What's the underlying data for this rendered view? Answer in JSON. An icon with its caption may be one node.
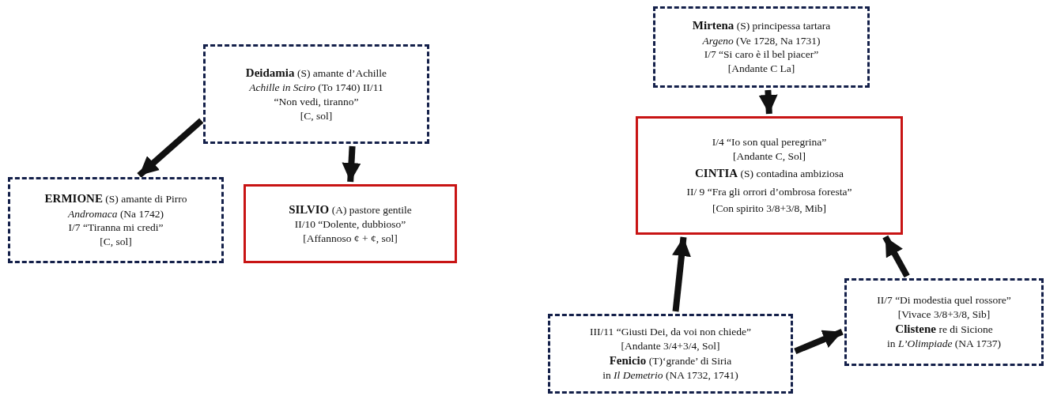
{
  "diagram": {
    "nodes": [
      {
        "text": [
          "**Deidamia** (S) amante d’Achille",
          "*Achille in Sciro* (To 1740) II/11",
          "“Non vedi, tiranno”",
          "[C, sol]"
        ]
      },
      {
        "text": [
          "**ERMIONE** (S) amante di Pirro",
          "*Andromaca* (Na 1742)",
          "I/7 “Tiranna mi credi”",
          "[C, sol]"
        ]
      },
      {
        "text": [
          "**SILVIO** (A) pastore gentile",
          "II/10 “Dolente, dubbioso”",
          "[Affannoso ¢ + ¢, sol]"
        ]
      },
      {
        "text": [
          "**Mirtena** (S) principessa tartara",
          "*Argeno* (Ve 1728, Na 1731)",
          "I/7 “Si caro è il bel piacer”",
          "[Andante C La]"
        ]
      },
      {
        "text": [
          "I/4 “Io son qual peregrina”",
          "[Andante C, Sol]",
          "**CINTIA** (S) contadina ambiziosa",
          "II/ 9 “Fra gli orrori d’ombrosa foresta”",
          "[Con spirito 3/8+3/8, Mib]"
        ]
      },
      {
        "text": [
          "III/11 “Giusti Dei, da voi non chiede”",
          "[Andante 3/4+3/4, Sol]",
          "**Fenicio** (T)‘grande’ di Siria",
          "in *Il Demetrio* (NA 1732, 1741)"
        ]
      },
      {
        "text": [
          "II/7 “Di modestia quel rossore”",
          "[Vivace 3/8+3/8, Sib]",
          "**Clistene** re di Sicione",
          "in *L’Olimpiade* (NA 1737)"
        ]
      }
    ],
    "edges": [
      {
        "from": 0,
        "to": 1,
        "arrow": "to"
      },
      {
        "from": 0,
        "to": 2,
        "arrow": "to"
      },
      {
        "from": 3,
        "to": 4,
        "arrow": "to"
      },
      {
        "from": 5,
        "to": 4,
        "arrow": "to"
      },
      {
        "from": 6,
        "to": 4,
        "arrow": "to"
      },
      {
        "from": 5,
        "to": 6,
        "arrow": "to"
      }
    ]
  }
}
